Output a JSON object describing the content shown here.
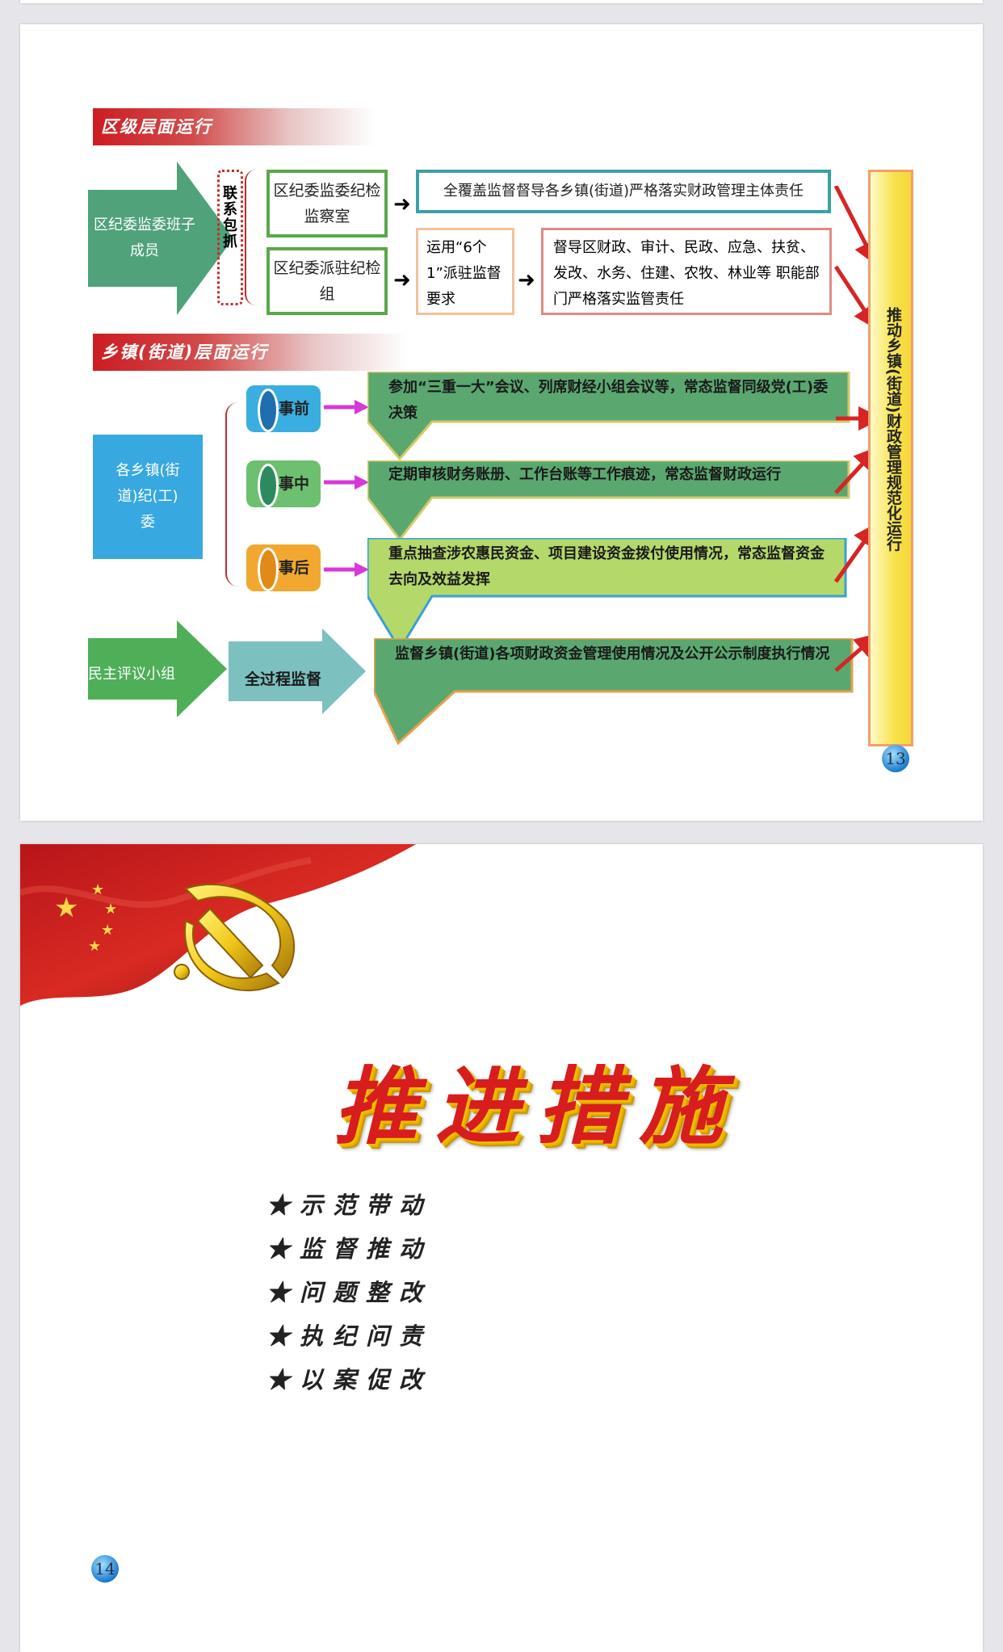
{
  "slide13": {
    "section1_title": "区级层面运行",
    "section2_title": "乡镇(街道)层面运行",
    "leader_arrow": "区纪委监委班子成员",
    "liaison": [
      "联",
      "系",
      "包",
      "抓"
    ],
    "office_box": "区纪委监委纪检监察室",
    "stationed_box": "区纪委派驻纪检组",
    "top_right_box": "全覆盖监督督导各乡镇(街道)严格落实财政管理主体责任",
    "six_one_box": "运用“6个1”派驻监督要求",
    "departments_box": "督导区财政、审计、民政、应急、扶贫、发改、水务、住建、农牧、林业等 职能部门严格落实监管责任",
    "township_box": "各乡镇(街道)纪(工)委",
    "stages": [
      "事前",
      "事中",
      "事后"
    ],
    "stage_texts": [
      "参加“三重一大”会议、列席财经小组会议等，常态监督同级党(工)委决策",
      "定期审核财务账册、工作台账等工作痕迹，常态监督财政运行",
      "重点抽查涉农惠民资金、项目建设资金拨付使用情况，常态监督资金去向及效益发挥"
    ],
    "democratic_group": "民主评议小组",
    "whole_process": "全过程监督",
    "bottom_text": "监督乡镇(街道)各项财政资金管理使用情况及公开公示制度执行情况",
    "result_vertical": "推动乡镇(街道)财政管理规范化运行",
    "page_number": "13"
  },
  "slide14": {
    "title": "推进措施",
    "items": [
      "★示范带动",
      "★监督推动",
      "★问题整改",
      "★执纪问责",
      "★以案促改"
    ],
    "page_number": "14"
  },
  "colors": {
    "red": "#cc1d22",
    "green": "#5aa86f",
    "teal": "#3aa0a6",
    "lime": "#b4d86a"
  }
}
